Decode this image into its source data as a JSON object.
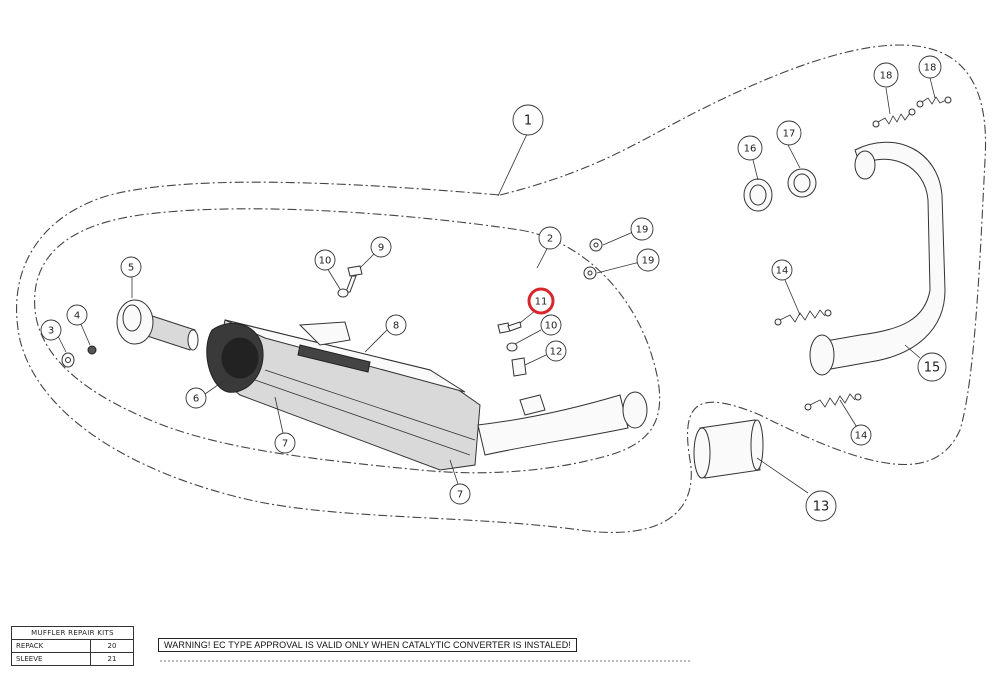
{
  "callouts": [
    {
      "id": "c1",
      "label": "1"
    },
    {
      "id": "c2",
      "label": "2"
    },
    {
      "id": "c3",
      "label": "3"
    },
    {
      "id": "c4",
      "label": "4"
    },
    {
      "id": "c5",
      "label": "5"
    },
    {
      "id": "c6",
      "label": "6"
    },
    {
      "id": "c7a",
      "label": "7"
    },
    {
      "id": "c7b",
      "label": "7"
    },
    {
      "id": "c8",
      "label": "8"
    },
    {
      "id": "c9",
      "label": "9"
    },
    {
      "id": "c10a",
      "label": "10"
    },
    {
      "id": "c10b",
      "label": "10"
    },
    {
      "id": "c11",
      "label": "11",
      "highlighted": true
    },
    {
      "id": "c12",
      "label": "12"
    },
    {
      "id": "c13",
      "label": "13"
    },
    {
      "id": "c14a",
      "label": "14"
    },
    {
      "id": "c14b",
      "label": "14"
    },
    {
      "id": "c15",
      "label": "15"
    },
    {
      "id": "c16",
      "label": "16"
    },
    {
      "id": "c17",
      "label": "17"
    },
    {
      "id": "c18a",
      "label": "18"
    },
    {
      "id": "c18b",
      "label": "18"
    },
    {
      "id": "c19a",
      "label": "19"
    },
    {
      "id": "c19b",
      "label": "19"
    }
  ],
  "repair_kits": {
    "title": "MUFFLER REPAIR KITS",
    "rows": [
      {
        "name": "REPACK",
        "number": "20"
      },
      {
        "name": "SLEEVE",
        "number": "21"
      }
    ]
  },
  "warning": "WARNING! EC TYPE APPROVAL IS VALID ONLY WHEN CATALYTIC CONVERTER IS INSTALED!",
  "colors": {
    "line": "#333333",
    "highlight": "#d9262c"
  }
}
